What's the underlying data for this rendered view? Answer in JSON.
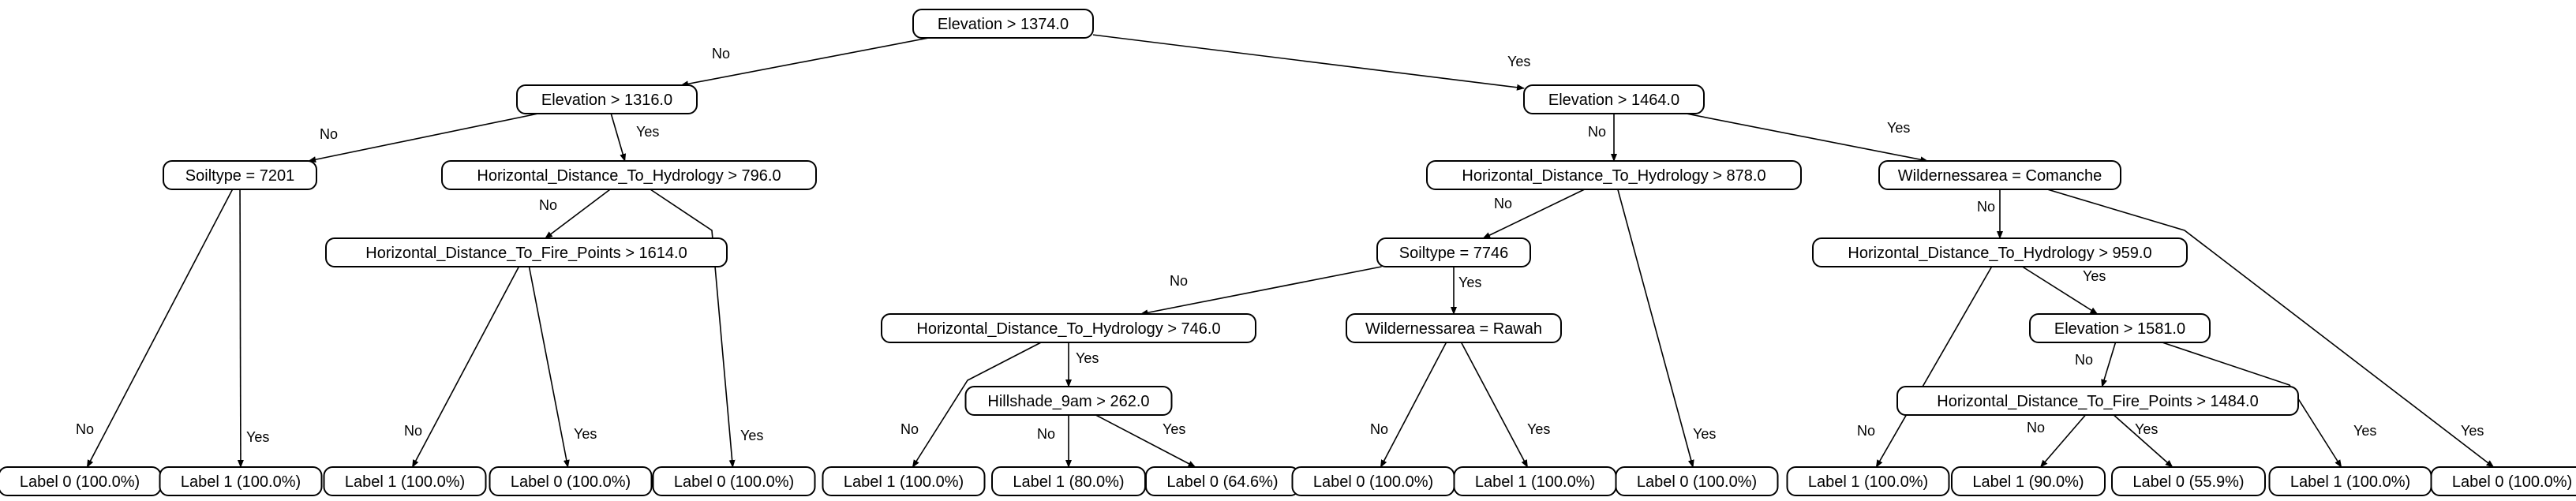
{
  "colors": {
    "stroke": "#000000",
    "node_fill": "#ffffff",
    "background": "#ffffff"
  },
  "nodes": [
    {
      "id": "root",
      "label": "Elevation > 1374.0"
    },
    {
      "id": "n_e1316",
      "label": "Elevation > 1316.0"
    },
    {
      "id": "n_e1464",
      "label": "Elevation > 1464.0"
    },
    {
      "id": "n_soil7201",
      "label": "Soiltype = 7201"
    },
    {
      "id": "n_hdh796",
      "label": "Horizontal_Distance_To_Hydrology > 796.0"
    },
    {
      "id": "n_hdf1614",
      "label": "Horizontal_Distance_To_Fire_Points > 1614.0"
    },
    {
      "id": "n_hdh878",
      "label": "Horizontal_Distance_To_Hydrology > 878.0"
    },
    {
      "id": "n_wildcom",
      "label": "Wildernessarea = Comanche"
    },
    {
      "id": "n_soil7746",
      "label": "Soiltype = 7746"
    },
    {
      "id": "n_hdh746",
      "label": "Horizontal_Distance_To_Hydrology > 746.0"
    },
    {
      "id": "n_wildraw",
      "label": "Wildernessarea = Rawah"
    },
    {
      "id": "n_hill262",
      "label": "Hillshade_9am > 262.0"
    },
    {
      "id": "n_hdh959",
      "label": "Horizontal_Distance_To_Hydrology > 959.0"
    },
    {
      "id": "n_e1581",
      "label": "Elevation > 1581.0"
    },
    {
      "id": "n_hdf1484",
      "label": "Horizontal_Distance_To_Fire_Points > 1484.0"
    },
    {
      "id": "leaf01",
      "label": "Label 0 (100.0%)"
    },
    {
      "id": "leaf02",
      "label": "Label 1 (100.0%)"
    },
    {
      "id": "leaf03",
      "label": "Label 1 (100.0%)"
    },
    {
      "id": "leaf04",
      "label": "Label 0 (100.0%)"
    },
    {
      "id": "leaf05",
      "label": "Label 0 (100.0%)"
    },
    {
      "id": "leaf06",
      "label": "Label 1 (100.0%)"
    },
    {
      "id": "leaf07",
      "label": "Label 1 (80.0%)"
    },
    {
      "id": "leaf08",
      "label": "Label 0 (64.6%)"
    },
    {
      "id": "leaf09",
      "label": "Label 0 (100.0%)"
    },
    {
      "id": "leaf10",
      "label": "Label 1 (100.0%)"
    },
    {
      "id": "leaf11",
      "label": "Label 0 (100.0%)"
    },
    {
      "id": "leaf12",
      "label": "Label 1 (100.0%)"
    },
    {
      "id": "leaf13",
      "label": "Label 1 (90.0%)"
    },
    {
      "id": "leaf14",
      "label": "Label 0 (55.9%)"
    },
    {
      "id": "leaf15",
      "label": "Label 1 (100.0%)"
    },
    {
      "id": "leaf16",
      "label": "Label 0 (100.0%)"
    }
  ],
  "edges": [
    {
      "from": "root",
      "to": "n_e1316",
      "label": "No"
    },
    {
      "from": "root",
      "to": "n_e1464",
      "label": "Yes"
    },
    {
      "from": "n_e1316",
      "to": "n_soil7201",
      "label": "No"
    },
    {
      "from": "n_e1316",
      "to": "n_hdh796",
      "label": "Yes"
    },
    {
      "from": "n_soil7201",
      "to": "leaf01",
      "label": "No"
    },
    {
      "from": "n_soil7201",
      "to": "leaf02",
      "label": "Yes"
    },
    {
      "from": "n_hdh796",
      "to": "n_hdf1614",
      "label": "No"
    },
    {
      "from": "n_hdh796",
      "to": "leaf05",
      "label": "Yes"
    },
    {
      "from": "n_hdf1614",
      "to": "leaf03",
      "label": "No"
    },
    {
      "from": "n_hdf1614",
      "to": "leaf04",
      "label": "Yes"
    },
    {
      "from": "n_e1464",
      "to": "n_hdh878",
      "label": "No"
    },
    {
      "from": "n_e1464",
      "to": "n_wildcom",
      "label": "Yes"
    },
    {
      "from": "n_hdh878",
      "to": "n_soil7746",
      "label": "No"
    },
    {
      "from": "n_hdh878",
      "to": "leaf11",
      "label": "Yes"
    },
    {
      "from": "n_soil7746",
      "to": "n_hdh746",
      "label": "No"
    },
    {
      "from": "n_soil7746",
      "to": "n_wildraw",
      "label": "Yes"
    },
    {
      "from": "n_hdh746",
      "to": "leaf06",
      "label": "No"
    },
    {
      "from": "n_hdh746",
      "to": "n_hill262",
      "label": "Yes"
    },
    {
      "from": "n_hill262",
      "to": "leaf07",
      "label": "No"
    },
    {
      "from": "n_hill262",
      "to": "leaf08",
      "label": "Yes"
    },
    {
      "from": "n_wildraw",
      "to": "leaf09",
      "label": "No"
    },
    {
      "from": "n_wildraw",
      "to": "leaf10",
      "label": "Yes"
    },
    {
      "from": "n_wildcom",
      "to": "n_hdh959",
      "label": "No"
    },
    {
      "from": "n_wildcom",
      "to": "leaf16",
      "label": "Yes"
    },
    {
      "from": "n_hdh959",
      "to": "leaf12",
      "label": "No"
    },
    {
      "from": "n_hdh959",
      "to": "n_e1581",
      "label": "Yes"
    },
    {
      "from": "n_e1581",
      "to": "n_hdf1484",
      "label": "No"
    },
    {
      "from": "n_e1581",
      "to": "leaf15",
      "label": "Yes"
    },
    {
      "from": "n_hdf1484",
      "to": "leaf13",
      "label": "No"
    },
    {
      "from": "n_hdf1484",
      "to": "leaf14",
      "label": "Yes"
    }
  ]
}
